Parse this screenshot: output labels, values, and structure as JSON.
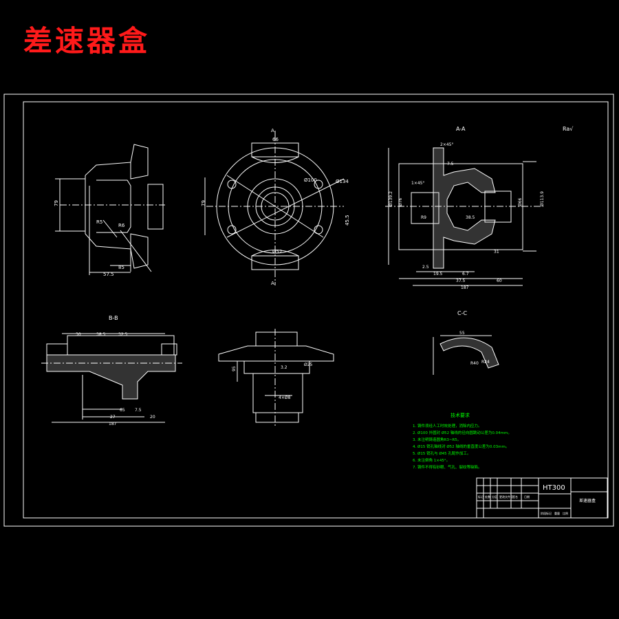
{
  "title": "差速器盒",
  "views": {
    "section_aa": "A-A",
    "section_bb": "B-B",
    "section_cc": "C-C",
    "cut_a": "A",
    "roughness": "Ra√"
  },
  "dimensions": {
    "left_view": [
      "79",
      "85",
      "57.5",
      "R5",
      "R6"
    ],
    "front_view": [
      "66",
      "79",
      "Ø100",
      "Ø134",
      "Ø52",
      "45.5"
    ],
    "aa_view": [
      "7.5",
      "2×45°",
      "1×45°",
      "Ø76",
      "Ø139.2",
      "Ø113.9",
      "Ø66",
      "38.5",
      "R9",
      "31",
      "2.5",
      "37.5",
      "60",
      "187",
      "19.5",
      "6.7"
    ],
    "bb_view": [
      "30",
      "38.5",
      "32.5",
      "65",
      "27",
      "7.5",
      "187",
      "20"
    ],
    "mid_bottom_view": [
      "95",
      "Ø25",
      "3.2",
      "4×Ø8"
    ],
    "cc_view": [
      "55",
      "R40",
      "R24"
    ]
  },
  "tech_requirements": {
    "heading": "技术要求",
    "items": [
      "1. 铸件须经人工时效处理，消除内应力。",
      "2. Ø100 外圆对 Ø52 轴线的径向圆跳动公差为0.04mm。",
      "3. 未注明铸造圆角R3~R5。",
      "4. Ø15 销孔轴线对 Ø52 轴线的垂直度公差为0.03mm。",
      "5. Ø15 销孔与 Ø45 孔配作加工。",
      "6. 未注倒角 1×45°。",
      "7. 铸件不得有砂眼、气孔、裂纹等缺陷。"
    ]
  },
  "title_block": {
    "material": "HT300",
    "part_name": "差速器盒",
    "row_labels": [
      "标记",
      "处数",
      "分区",
      "更改文件号",
      "签名",
      "日期"
    ],
    "bottom_labels": [
      "阶段标记",
      "重量",
      "比例"
    ]
  },
  "colors": {
    "background": "#000000",
    "line": "#ffffff",
    "title": "#ff1a1a",
    "notes": "#00ff00"
  }
}
